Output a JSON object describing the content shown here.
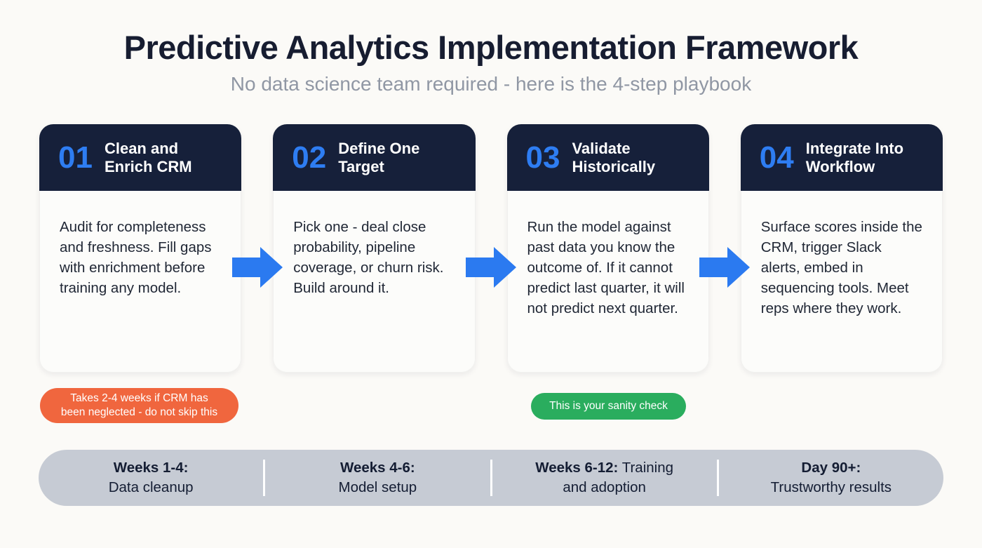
{
  "title": "Predictive Analytics Implementation Framework",
  "subtitle": "No data science team required - here is the 4-step playbook",
  "steps": [
    {
      "number": "01",
      "title": "Clean and Enrich CRM",
      "description": "Audit for completeness and freshness. Fill gaps with enrichment before training any model."
    },
    {
      "number": "02",
      "title": "Define One Target",
      "description": "Pick one - deal close probability, pipeline coverage, or churn risk. Build around it."
    },
    {
      "number": "03",
      "title": "Validate Historically",
      "description": "Run the model against past data you know the outcome of. If it cannot predict last quarter, it will not predict next quarter."
    },
    {
      "number": "04",
      "title": "Integrate Into Workflow",
      "description": "Surface scores inside the CRM, trigger Slack alerts, embed in sequencing tools. Meet reps where they work."
    }
  ],
  "callouts": {
    "warning": {
      "line1": "Takes 2-4 weeks if CRM has",
      "line2": "been neglected - do not skip this",
      "color": "#f0663e"
    },
    "success": {
      "text": "This is your sanity check",
      "color": "#2aad5e"
    }
  },
  "timeline": {
    "segments": [
      {
        "period": "Weeks 1-4:",
        "rest": "",
        "line2": "Data cleanup"
      },
      {
        "period": "Weeks 4-6:",
        "rest": "",
        "line2": "Model setup"
      },
      {
        "period": "Weeks 6-12:",
        "rest": " Training",
        "line2": "and adoption"
      },
      {
        "period": "Day 90+:",
        "rest": "",
        "line2": "Trustworthy results"
      }
    ]
  },
  "colors": {
    "background": "#fbfaf7",
    "header_navy": "#16203a",
    "accent_blue": "#2e7df2",
    "arrow_blue": "#2b7af0",
    "warning_orange": "#f0663e",
    "success_green": "#2aad5e",
    "timeline_gray": "#c6cbd4",
    "title_navy": "#171d31",
    "subtitle_gray": "#9097a4"
  }
}
